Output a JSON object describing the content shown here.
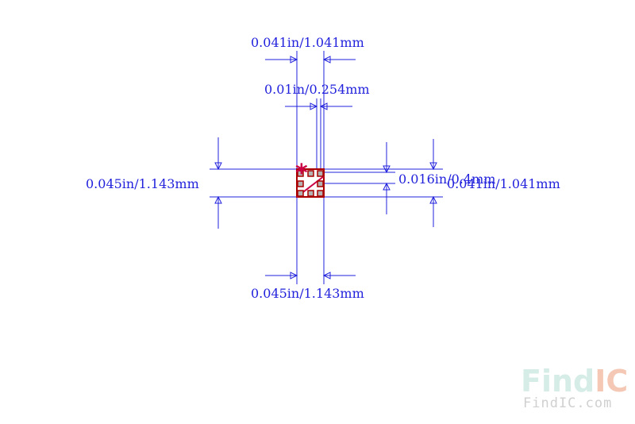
{
  "colors": {
    "dimension": "#2222dd",
    "body_outline": "#aa0000",
    "pin1_marker": "#cc0044",
    "pad_fill": "#b3b3b3",
    "pad_stroke": "#aa0000",
    "watermark_find": "#d6ece6",
    "watermark_ic": "#f4c8b4",
    "watermark_small": "#d0d0d0"
  },
  "dimensions": {
    "top_width": "0.041in/1.041mm",
    "pitch": "0.01in/0.254mm",
    "left_height": "0.045in/1.143mm",
    "pad_size": "0.016in/0.4mm",
    "right_height": "0.041in/1.041mm",
    "bottom_width": "0.045in/1.143mm"
  },
  "markers": {
    "pin1": "*"
  },
  "watermark": {
    "find": "Find",
    "ic": "IC",
    "site": "FindIC.com"
  }
}
